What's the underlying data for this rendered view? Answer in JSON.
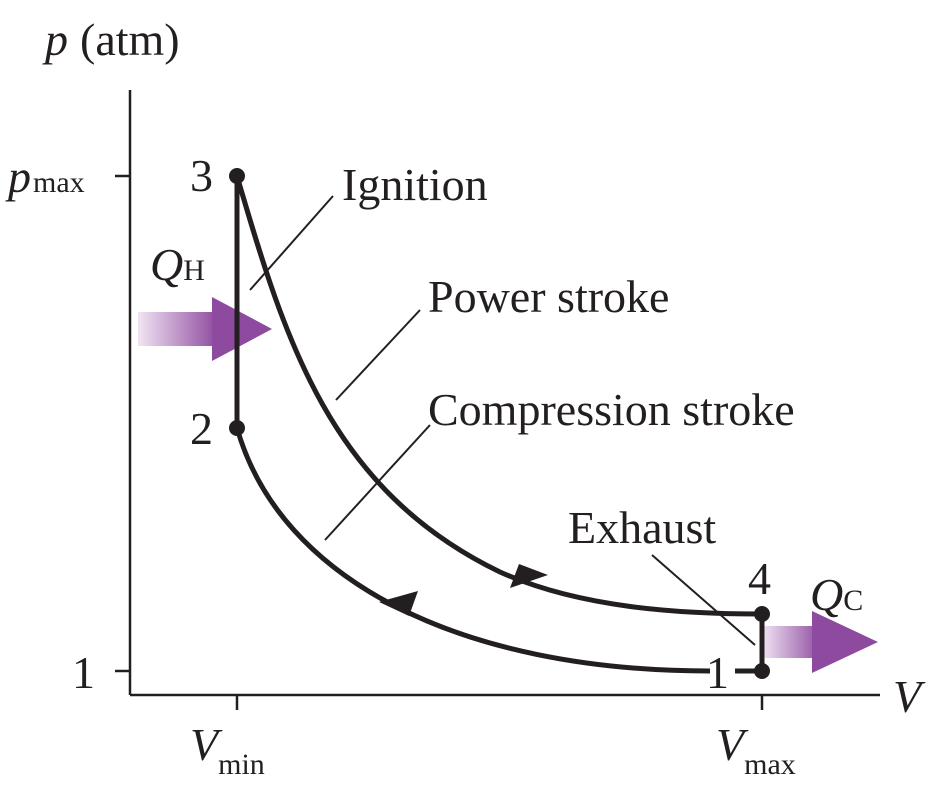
{
  "axes": {
    "y_label_symbol": "p",
    "y_label_unit": "(atm)",
    "x_label": "V",
    "y_ticks": {
      "pmax_symbol": "p",
      "pmax_subscript": "max",
      "one": "1"
    },
    "x_ticks": {
      "vmin_symbol": "V",
      "vmin_subscript": "min",
      "vmax_symbol": "V",
      "vmax_subscript": "max"
    }
  },
  "points": {
    "p1": "1",
    "p2": "2",
    "p3": "3",
    "p4": "4"
  },
  "labels": {
    "ignition": "Ignition",
    "power_stroke": "Power stroke",
    "compression_stroke": "Compression stroke",
    "exhaust": "Exhaust"
  },
  "heat": {
    "qh_symbol": "Q",
    "qh_subscript": "H",
    "qc_symbol": "Q",
    "qc_subscript": "C"
  },
  "colors": {
    "ink": "#231f20",
    "heat_arrow": "#8e4a9e",
    "heat_arrow_fade": "#f0e4f3"
  }
}
